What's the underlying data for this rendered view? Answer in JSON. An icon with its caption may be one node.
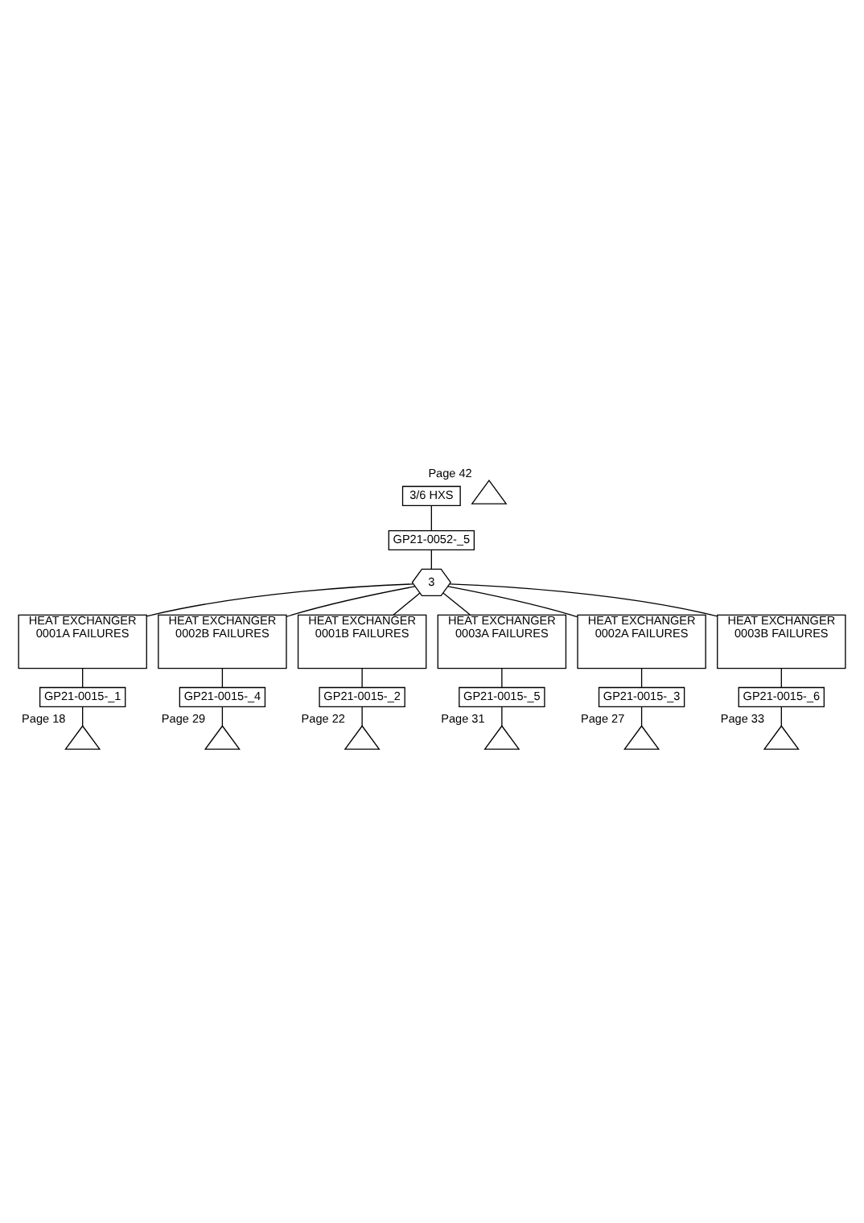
{
  "diagram": {
    "nodes": [
      {
        "text": [
          "3/6 HXS"
        ]
      },
      {
        "text": [],
        "shape": "triangle",
        "beside": [
          "Page 42"
        ]
      },
      {
        "text": [
          "GP21-0052-_5"
        ]
      },
      {
        "text": [
          "3"
        ]
      },
      {
        "text": [
          "HEAT EXCHANGER 0001A FAILURES"
        ]
      },
      {
        "text": [
          "GP21-0015-_1"
        ]
      },
      {
        "text": [],
        "shape": "triangle",
        "beside": [
          "Page 18"
        ]
      },
      {
        "text": [
          "HEAT EXCHANGER 0002B FAILURES"
        ]
      },
      {
        "text": [
          "GP21-0015-_4"
        ]
      },
      {
        "text": [],
        "shape": "triangle",
        "beside": [
          "Page 29"
        ]
      },
      {
        "text": [
          "HEAT EXCHANGER 0001B FAILURES"
        ]
      },
      {
        "text": [
          "GP21-0015-_2"
        ]
      },
      {
        "text": [],
        "shape": "triangle",
        "beside": [
          "Page 22"
        ]
      },
      {
        "text": [
          "HEAT EXCHANGER 0003A FAILURES"
        ]
      },
      {
        "text": [
          "GP21-0015-_5"
        ]
      },
      {
        "text": [],
        "shape": "triangle",
        "beside": [
          "Page 31"
        ]
      },
      {
        "text": [
          "HEAT EXCHANGER 0002A FAILURES"
        ]
      },
      {
        "text": [
          "GP21-0015-_3"
        ]
      },
      {
        "text": [],
        "shape": "triangle",
        "beside": [
          "Page 27"
        ]
      },
      {
        "text": [
          "HEAT EXCHANGER 0003B FAILURES"
        ]
      },
      {
        "text": [
          "GP21-0015-_6"
        ]
      },
      {
        "text": [],
        "shape": "triangle",
        "beside": [
          "Page 33"
        ]
      }
    ],
    "edges": [
      {
        "from": 0,
        "to": 2,
        "arrow": "none"
      },
      {
        "from": 2,
        "to": 3,
        "arrow": "none"
      },
      {
        "from": 3,
        "to": 4,
        "arrow": "none"
      },
      {
        "from": 3,
        "to": 7,
        "arrow": "none"
      },
      {
        "from": 3,
        "to": 10,
        "arrow": "none"
      },
      {
        "from": 3,
        "to": 13,
        "arrow": "none"
      },
      {
        "from": 3,
        "to": 16,
        "arrow": "none"
      },
      {
        "from": 3,
        "to": 19,
        "arrow": "none"
      },
      {
        "from": 4,
        "to": 5,
        "arrow": "none"
      },
      {
        "from": 5,
        "to": 6,
        "arrow": "none"
      },
      {
        "from": 7,
        "to": 8,
        "arrow": "none"
      },
      {
        "from": 8,
        "to": 9,
        "arrow": "none"
      },
      {
        "from": 10,
        "to": 11,
        "arrow": "none"
      },
      {
        "from": 11,
        "to": 12,
        "arrow": "none"
      },
      {
        "from": 13,
        "to": 14,
        "arrow": "none"
      },
      {
        "from": 14,
        "to": 15,
        "arrow": "none"
      },
      {
        "from": 16,
        "to": 17,
        "arrow": "none"
      },
      {
        "from": 17,
        "to": 18,
        "arrow": "none"
      },
      {
        "from": 19,
        "to": 20,
        "arrow": "none"
      },
      {
        "from": 20,
        "to": 21,
        "arrow": "none"
      }
    ]
  }
}
